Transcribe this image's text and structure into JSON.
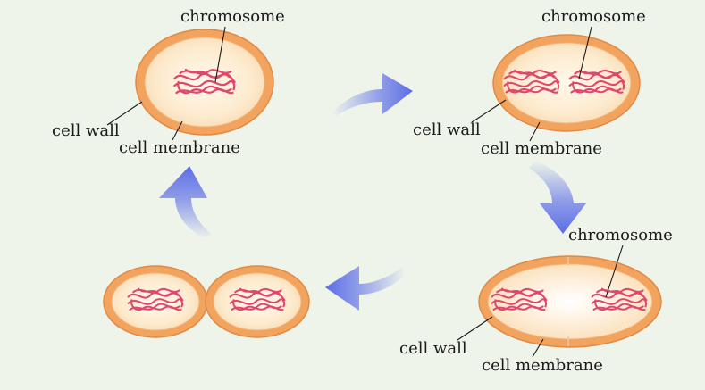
{
  "stages": [
    {
      "id": "stage-1",
      "labels": {
        "chromosome": "chromosome",
        "cell_wall": "cell wall",
        "cell_membrane": "cell membrane"
      }
    },
    {
      "id": "stage-2",
      "labels": {
        "chromosome": "chromosome",
        "cell_wall": "cell wall",
        "cell_membrane": "cell membrane"
      }
    },
    {
      "id": "stage-3",
      "labels": {
        "chromosome": "chromosome",
        "cell_wall": "cell wall",
        "cell_membrane": "cell membrane"
      }
    },
    {
      "id": "stage-4",
      "labels": {}
    }
  ],
  "colors": {
    "background": "#eef4ea",
    "cell_wall": "#f2a35e",
    "cell_wall_edge": "#e08a45",
    "cytoplasm": "#fdebcf",
    "chromosome": "#e0466e",
    "arrow": "#6f7fe8"
  },
  "icons": [
    "curved-arrow-icon"
  ]
}
